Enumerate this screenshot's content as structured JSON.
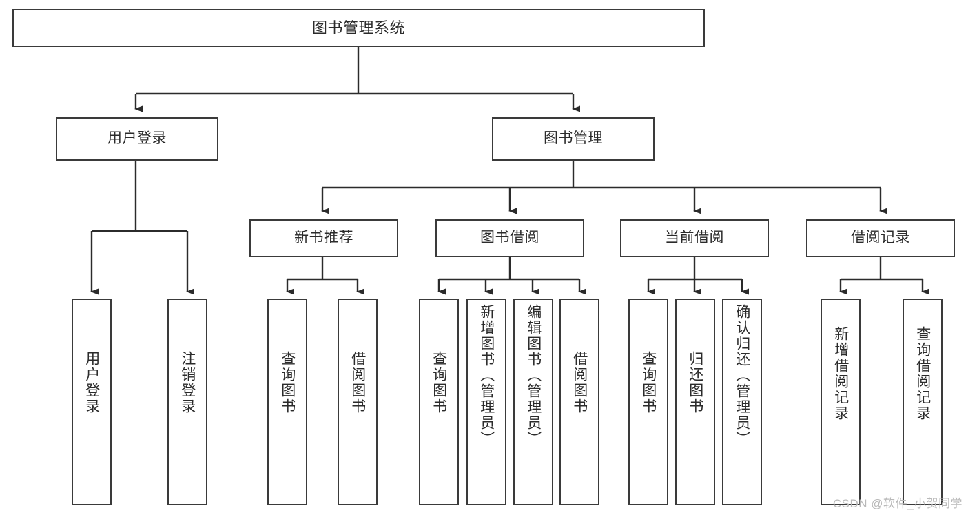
{
  "diagram": {
    "title": "图书管理系统",
    "type": "tree-hierarchy-chart",
    "watermark": "CSDN @软件_小贺同学",
    "colors": {
      "box_border": "#3a3a3a",
      "box_fill": "#ffffff",
      "edge": "#2b2b2b",
      "text": "#2b2b2b",
      "watermark": "#b9b9b9",
      "background": "#ffffff"
    }
  },
  "nodes": {
    "root": {
      "label": "图书管理系统"
    },
    "level2": [
      {
        "label": "用户登录"
      },
      {
        "label": "图书管理"
      }
    ],
    "level3": [
      {
        "label": "新书推荐"
      },
      {
        "label": "图书借阅"
      },
      {
        "label": "当前借阅"
      },
      {
        "label": "借阅记录"
      }
    ],
    "leaves": {
      "user_login": [
        {
          "label": "用户登录"
        },
        {
          "label": "注销登录"
        }
      ],
      "new_book": [
        {
          "label": "查询图书"
        },
        {
          "label": "借阅图书"
        }
      ],
      "book_borrow": [
        {
          "label": "查询图书"
        },
        {
          "label": "新增图书（管理员）"
        },
        {
          "label": "编辑图书（管理员）"
        },
        {
          "label": "借阅图书"
        }
      ],
      "current_borrow": [
        {
          "label": "查询图书"
        },
        {
          "label": "归还图书"
        },
        {
          "label": "确认归还（管理员）"
        }
      ],
      "borrow_record": [
        {
          "label": "新增借阅记录"
        },
        {
          "label": "查询借阅记录"
        }
      ]
    }
  }
}
